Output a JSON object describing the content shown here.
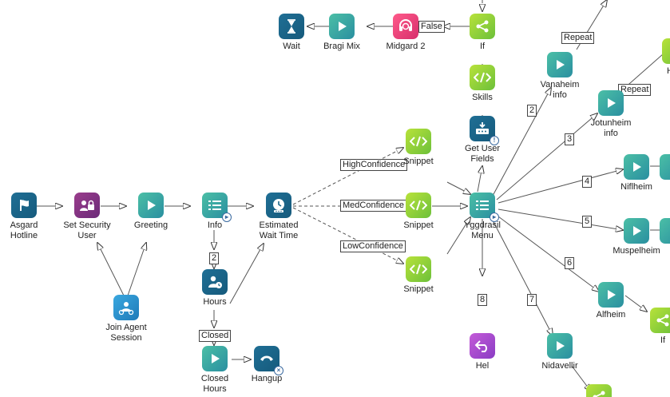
{
  "nodes": {
    "asgard_hotline": {
      "label": "Asgard\nHotline",
      "icon": "flag-icon",
      "color": "navy"
    },
    "set_security_user": {
      "label": "Set Security\nUser",
      "icon": "lock-user-icon",
      "color": "purple"
    },
    "greeting": {
      "label": "Greeting",
      "icon": "play-icon",
      "color": "teal"
    },
    "info": {
      "label": "Info",
      "icon": "menu-icon",
      "color": "teal"
    },
    "estimated_wait_time": {
      "label": "Estimated\nWait Time",
      "icon": "clock-icon",
      "color": "navy"
    },
    "join_agent_session": {
      "label": "Join Agent\nSession",
      "icon": "agent-gear-icon",
      "color": "blue"
    },
    "hours": {
      "label": "Hours",
      "icon": "user-clock-icon",
      "color": "navy"
    },
    "closed_hours": {
      "label": "Closed\nHours",
      "icon": "play-icon",
      "color": "teal"
    },
    "hangup": {
      "label": "Hangup",
      "icon": "phone-icon",
      "color": "navy"
    },
    "snippet_high": {
      "label": "Snippet",
      "icon": "code-icon",
      "color": "lime"
    },
    "snippet_med": {
      "label": "Snippet",
      "icon": "code-icon",
      "color": "lime"
    },
    "snippet_low": {
      "label": "Snippet",
      "icon": "code-icon",
      "color": "lime"
    },
    "yggdrasil_menu": {
      "label": "Yggdrasil\nMenu",
      "icon": "menu-icon",
      "color": "teal"
    },
    "get_user_fields": {
      "label": "Get User\nFields",
      "icon": "server-icon",
      "color": "navy"
    },
    "skills": {
      "label": "Skills",
      "icon": "code-icon",
      "color": "lime"
    },
    "if_top": {
      "label": "If",
      "icon": "branch-icon",
      "color": "lime"
    },
    "midgard_2": {
      "label": "Midgard 2",
      "icon": "headset-icon",
      "color": "pink"
    },
    "bragi_mix": {
      "label": "Bragi Mix",
      "icon": "play-icon",
      "color": "teal"
    },
    "wait": {
      "label": "Wait",
      "icon": "hourglass-icon",
      "color": "navy"
    },
    "vanaheim_info": {
      "label": "Vanaheim\ninfo",
      "icon": "play-icon",
      "color": "teal"
    },
    "jotunheim_info": {
      "label": "Jotunheim\ninfo",
      "icon": "play-icon",
      "color": "teal"
    },
    "niflheim": {
      "label": "Niflheim",
      "icon": "play-icon",
      "color": "teal"
    },
    "muspelheim": {
      "label": "Muspelheim",
      "icon": "play-icon",
      "color": "teal"
    },
    "alfheim": {
      "label": "Alfheim",
      "icon": "play-icon",
      "color": "teal"
    },
    "if_right": {
      "label": "If",
      "icon": "branch-icon",
      "color": "lime"
    },
    "hel": {
      "label": "Hel",
      "icon": "back-arrow-icon",
      "color": "violet"
    },
    "nidavellir": {
      "label": "Nidavellir",
      "icon": "play-icon",
      "color": "teal"
    },
    "partial_top_right": {
      "label": "H",
      "icon": "info-icon",
      "color": "lime"
    }
  },
  "edge_labels": {
    "e_2_info": "2",
    "e_closed": "Closed",
    "e_high": "HighConfidence",
    "e_med": "MedConfidence",
    "e_low": "LowConfidence",
    "e_false": "False",
    "e_repeat_1": "Repeat",
    "e_repeat_2": "Repeat",
    "e_menu_2": "2",
    "e_menu_3": "3",
    "e_menu_4": "4",
    "e_menu_5": "5",
    "e_menu_6": "6",
    "e_menu_7": "7",
    "e_menu_8": "8"
  },
  "colors": {
    "teal": "#3aae9e",
    "navy": "#1b6588",
    "purple": "#7e3381",
    "pink": "#ea3f7a",
    "lime": "#8fd13a",
    "blue": "#2c93cf",
    "violet": "#a648cf",
    "edge": "#444444"
  }
}
